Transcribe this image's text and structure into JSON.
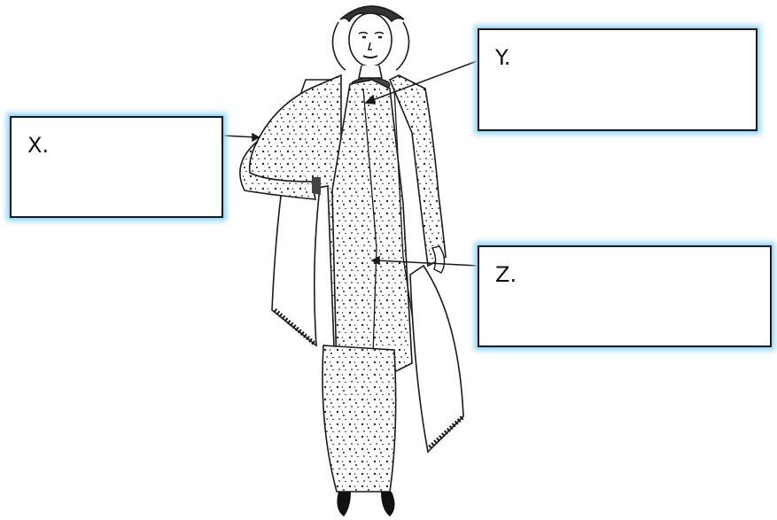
{
  "labels": [
    {
      "id": "X",
      "text": "X."
    },
    {
      "id": "Y",
      "text": "Y."
    },
    {
      "id": "Z",
      "text": "Z."
    }
  ],
  "colors": {
    "glow": "#9fd9f5",
    "line": "#1a1a1a"
  }
}
